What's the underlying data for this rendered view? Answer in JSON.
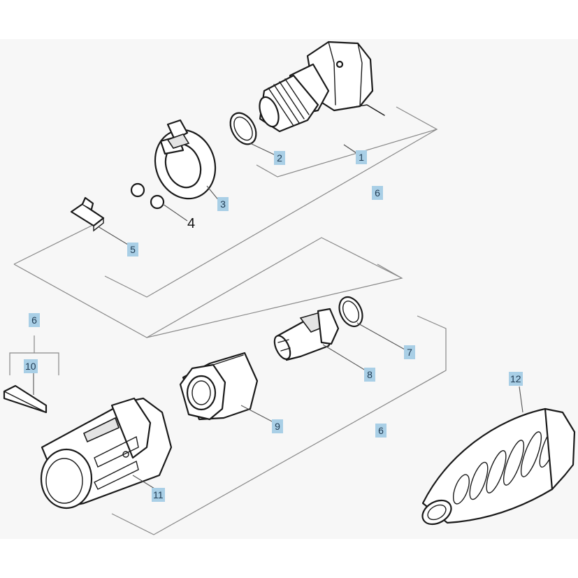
{
  "callouts": [
    {
      "id": "c1",
      "label": "1"
    },
    {
      "id": "c2",
      "label": "2"
    },
    {
      "id": "c3",
      "label": "3"
    },
    {
      "id": "c4",
      "label": "4"
    },
    {
      "id": "c5",
      "label": "5"
    },
    {
      "id": "c6a",
      "label": "6"
    },
    {
      "id": "c6b",
      "label": "6"
    },
    {
      "id": "c6c",
      "label": "6"
    },
    {
      "id": "c7",
      "label": "7"
    },
    {
      "id": "c8",
      "label": "8"
    },
    {
      "id": "c9",
      "label": "9"
    },
    {
      "id": "c10",
      "label": "10"
    },
    {
      "id": "c11",
      "label": "11"
    },
    {
      "id": "c12",
      "label": "12"
    }
  ],
  "colors": {
    "callout_bg": "#a9cfe6",
    "drawing_bg": "#f7f7f7",
    "line": "#1a1a1a"
  }
}
